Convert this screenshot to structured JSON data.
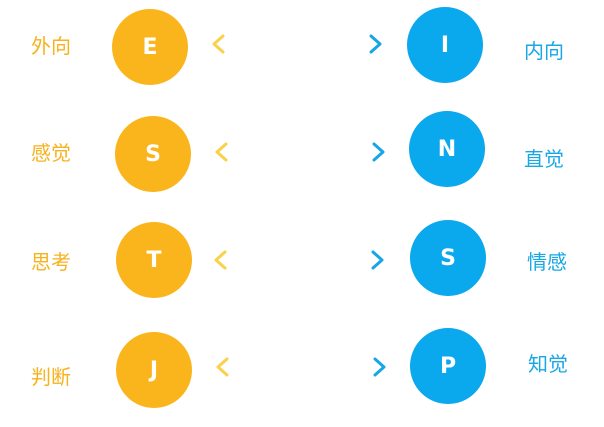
{
  "pairs": [
    {
      "left_label": "外向",
      "left_letter": "E",
      "right_letter": "I",
      "right_label": "内向"
    },
    {
      "left_label": "感觉",
      "left_letter": "S",
      "right_letter": "N",
      "right_label": "直觉"
    },
    {
      "left_label": "思考",
      "left_letter": "T",
      "right_letter": "S",
      "right_label": "情感"
    },
    {
      "left_label": "判断",
      "left_letter": "J",
      "right_letter": "P",
      "right_label": "知觉"
    }
  ],
  "colors": {
    "left": "#fbb51c",
    "right": "#0aa8ec",
    "left_text": "#f7b21d",
    "right_text": "#19a7e6",
    "arrow_start": "#f9d24a",
    "arrow_end": "#16a6e8"
  }
}
